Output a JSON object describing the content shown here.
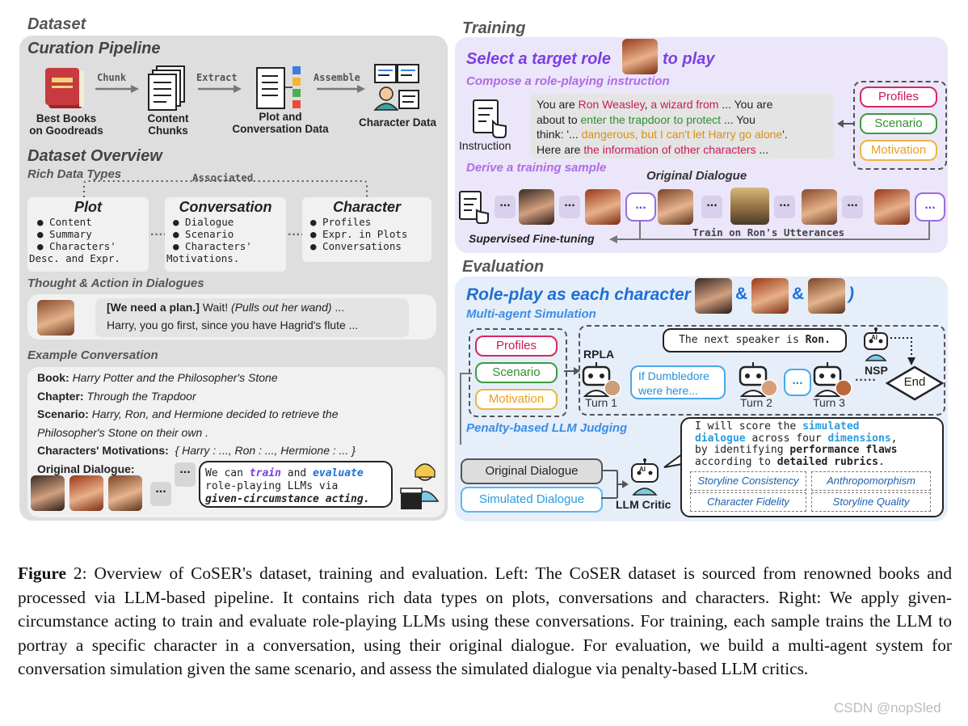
{
  "left": {
    "section_title": "Dataset",
    "curation_title": "Curation Pipeline",
    "pipeline": {
      "books": [
        "Best Books",
        "on Goodreads"
      ],
      "arrow1": "Chunk",
      "chunks": [
        "Content",
        "Chunks"
      ],
      "arrow2": "Extract",
      "plot": [
        "Plot and",
        "Conversation Data"
      ],
      "arrow3": "Assemble",
      "character": "Character Data"
    },
    "overview_title": "Dataset Overview",
    "rich_types": "Rich Data Types",
    "associated": "Associated",
    "plot": {
      "title": "Plot",
      "items": [
        "● Content",
        "● Summary",
        "● Characters'",
        "Desc. and Expr."
      ]
    },
    "conversation": {
      "title": "Conversation",
      "items": [
        "● Dialogue",
        "● Scenario",
        "● Characters'",
        "Motivations."
      ]
    },
    "character": {
      "title": "Character",
      "items": [
        "● Profiles",
        "● Expr. in Plots",
        "● Conversations"
      ]
    },
    "thought_title": "Thought & Action in Dialogues",
    "thought": {
      "bracket": "[We need a plan.]",
      "speech": "Wait!",
      "action": "(Pulls out her wand)",
      "tail": "...",
      "line2": "Harry, you go first, since you have Hagrid's flute ..."
    },
    "example_title": "Example Conversation",
    "example": {
      "book_label": "Book:",
      "book": "Harry Potter and the Philosopher's Stone",
      "chapter_label": "Chapter:",
      "chapter": "Through the Trapdoor",
      "scenario_label": "Scenario:",
      "scenario1": "Harry, Ron, and Hermione decided to retrieve the",
      "scenario2": "Philosopher's Stone on their own .",
      "motiv_label": "Characters'  Motivations:",
      "motiv": "{ Harry : ..., Ron : ..., Hermione : ... }",
      "orig_label": "Original Dialogue:",
      "dots": "...",
      "bubble_1a": "We can ",
      "bubble_train": "train",
      "bubble_1b": " and ",
      "bubble_eval": "evaluate",
      "bubble_2": "role-playing LLMs via",
      "bubble_3": "given-circumstance acting."
    }
  },
  "training": {
    "section_title": "Training",
    "select_a": "Select a target role",
    "select_b": "to play",
    "compose": "Compose a role-playing instruction",
    "instruction_label": "Instruction",
    "instr": {
      "p1": "You are ",
      "ron": "Ron Weasley",
      "p2": ",  ",
      "wizard": "a wizard from",
      "p3": " ... You are",
      "l2a": "about to ",
      "trapdoor": "enter the trapdoor to protect",
      "l2b": " ... You",
      "l3a": "think: '... ",
      "danger": "dangerous, but I can't let Harry go alone",
      "l3b": "'.",
      "l4a": "Here are ",
      "info": "the information of other characters",
      "l4b": " ..."
    },
    "profiles": "Profiles",
    "scenario": "Scenario",
    "motivation": "Motivation",
    "derive": "Derive a training sample",
    "original_dialogue": "Original Dialogue",
    "dots": "...",
    "bubble_dots": "...",
    "sft": "Supervised Fine-tuning",
    "train_on": "Train on Ron's Utterances"
  },
  "evaluation": {
    "section_title": "Evaluation",
    "role_play": "Role-play as each character (",
    "amp": "&",
    "close": ")",
    "multi": "Multi-agent Simulation",
    "profiles": "Profiles",
    "scenario": "Scenario",
    "motivation": "Motivation",
    "rpla": "RPLA",
    "next_a": "The next speaker is ",
    "next_b": "Ron.",
    "nsp": "NSP",
    "end": "End",
    "dumbledore1": "If Dumbledore",
    "dumbledore2": "were here...",
    "dots": "...",
    "turn1": "Turn 1",
    "turn2": "Turn 2",
    "turn3": "Turn 3",
    "penalty": "Penalty-based LLM Judging",
    "original": "Original Dialogue",
    "simulated": "Simulated Dialogue",
    "critic": "LLM Critic",
    "ai": "AI",
    "score": {
      "l1a": "I will score the ",
      "l1b": "simulated",
      "l2a": "dialogue",
      "l2b": " across four ",
      "l2c": "dimensions",
      "l2d": ",",
      "l3a": "by identifying ",
      "l3b": "performance flaws",
      "l4a": "according to ",
      "l4b": "detailed rubrics",
      "l4c": "."
    },
    "criteria": [
      "Storyline Consistency",
      "Anthropomorphism",
      "Character Fidelity",
      "Storyline Quality"
    ]
  },
  "caption": {
    "label": "Figure",
    "num": " 2",
    "text": ": Overview of CoSER's dataset, training and evaluation. Left: The CoSER dataset is sourced from renowned books and processed via LLM-based pipeline. It contains rich data types on plots, conversations and characters. Right: We apply given-circumstance acting to train and evaluate role-playing LLMs using these conversations. For training, each sample trains the LLM to portray a specific character in a conversation, using their original dialogue. For evaluation, we build a multi-agent system for conversation simulation given the same scenario, and assess the simulated dialogue via penalty-based LLM critics."
  },
  "watermark": "CSDN @nopSled",
  "colors": {
    "purple": "#7b3fe4",
    "blue": "#1f6fd6",
    "red": "#c8195a",
    "green": "#2f8f2f",
    "orange": "#e8a020",
    "profiles": "#d8275f",
    "scenario": "#3f9a3f",
    "motivation": "#f0b440"
  }
}
